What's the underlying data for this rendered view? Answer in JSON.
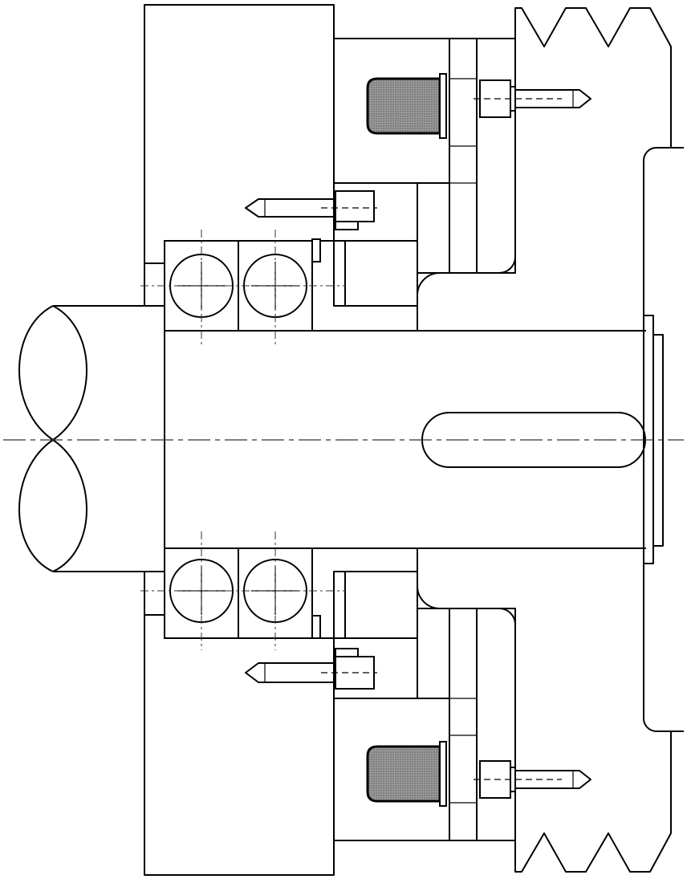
{
  "drawing": {
    "subject": "",
    "components": [
      "housing-wall-hatched",
      "shaft",
      "angular-contact-bearing-pair-upper",
      "angular-contact-bearing-pair-lower",
      "bearing-cover-flange",
      "lip-seal-upper",
      "lip-seal-lower",
      "v-belt-pulley",
      "shaft-keyway",
      "socket-head-bolts",
      "shaft-end-washer"
    ],
    "colors": {
      "line": "#000000",
      "background": "#ffffff",
      "seal_fill": "#8a8a8a"
    }
  }
}
